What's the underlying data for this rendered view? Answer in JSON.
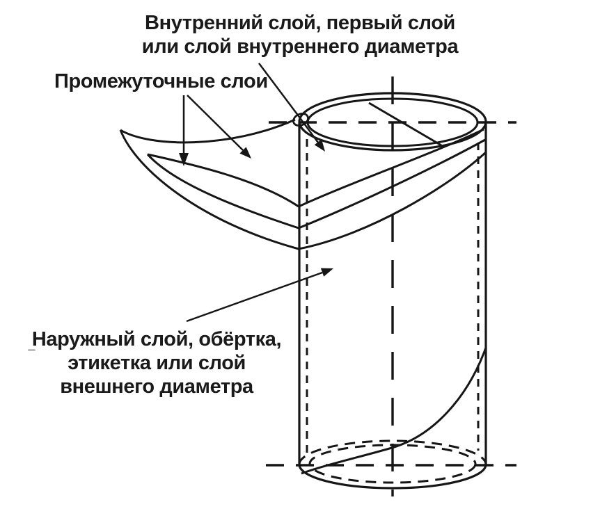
{
  "diagram": {
    "colors": {
      "line": "#161616",
      "text": "#1a1a1a",
      "background": "#ffffff"
    },
    "labels": {
      "inner_layer": {
        "line1": "Внутренний слой, первый слой",
        "line2": "или слой внутреннего диаметра"
      },
      "intermediate_layers": {
        "line1": "Промежуточные слои"
      },
      "outer_layer": {
        "line1": "Наружный слой, обёртка,",
        "line2": "этикетка или слой",
        "line3": "внешнего диаметра"
      }
    }
  }
}
